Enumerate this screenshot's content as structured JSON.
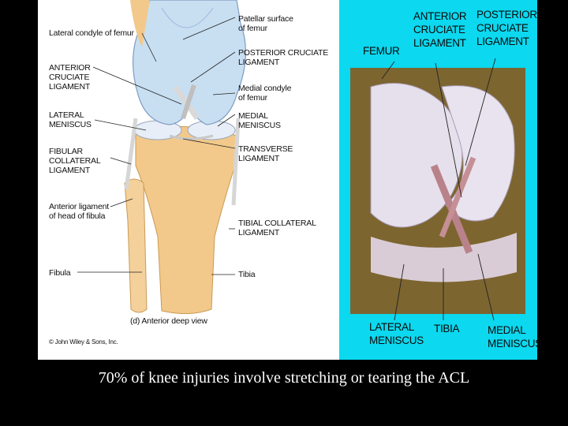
{
  "left_figure": {
    "labels_left": [
      "Lateral condyle of femur",
      "ANTERIOR\nCRUCIATE\nLIGAMENT",
      "LATERAL\nMENISCUS",
      "FIBULAR\nCOLLATERAL\nLIGAMENT",
      "Anterior ligament\nof head of fibula",
      "Fibula"
    ],
    "labels_right": [
      "Patellar surface\nof femur",
      "POSTERIOR CRUCIATE\nLIGAMENT",
      "Medial condyle\nof femur",
      "MEDIAL\nMENISCUS",
      "TRANSVERSE\nLIGAMENT",
      "TIBIAL COLLATERAL\nLIGAMENT",
      "Tibia"
    ],
    "view_label": "(d) Anterior deep view",
    "copyright": "© John Wiley & Sons, Inc."
  },
  "right_figure": {
    "labels": [
      "FEMUR",
      "ANTERIOR\nCRUCIATE\nLIGAMENT",
      "POSTERIOR\nCRUCIATE\nLIGAMENT",
      "LATERAL\nMENISCUS",
      "TIBIA",
      "MEDIAL\nMENISCUS"
    ]
  },
  "caption": "70% of knee injuries involve stretching or tearing the ACL",
  "colors": {
    "background": "#000000",
    "right_panel": "#0cd8ef",
    "cartilage": "#c8dff2",
    "bone": "#f2c98a"
  }
}
